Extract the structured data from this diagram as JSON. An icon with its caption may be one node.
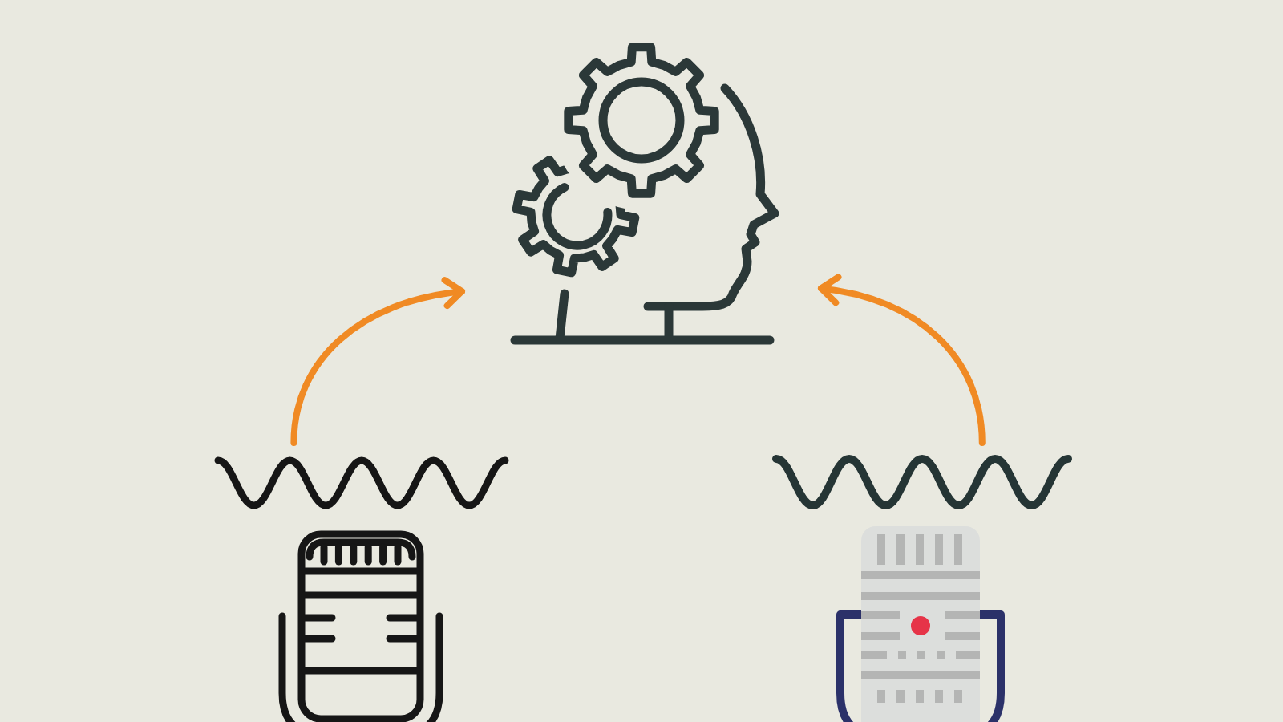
{
  "diagram": {
    "nodes": [
      {
        "text": [],
        "shape": "picture"
      },
      {
        "text": [],
        "shape": "picture"
      },
      {
        "text": [],
        "shape": "picture"
      }
    ],
    "edges": [
      {
        "from": 1,
        "to": 0,
        "arrow": "to"
      },
      {
        "from": 2,
        "to": 0,
        "arrow": "to"
      }
    ]
  }
}
